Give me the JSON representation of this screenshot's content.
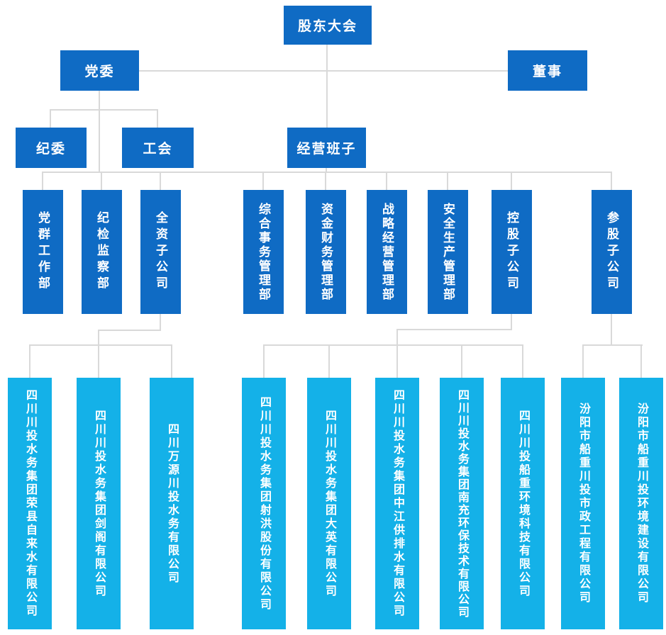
{
  "colors": {
    "primary_blue": "#0f6bc4",
    "secondary_cyan": "#14b1e8",
    "connector_gray": "#d9d9d9",
    "text_white": "#ffffff"
  },
  "nodes": {
    "shareholders_meeting": "股东大会",
    "party_committee": "党委",
    "director": "董事",
    "discipline_committee": "纪委",
    "labor_union": "工会",
    "management_team": "经营班子",
    "departments": [
      "党群工作部",
      "纪检监察部",
      "全资子公司",
      "综合事务管理部",
      "资金财务管理部",
      "战略经营管理部",
      "安全生产管理部",
      "控股子公司",
      "参股子公司"
    ],
    "companies": [
      "四川川投水务集团荣县自来水有限公司",
      "四川川投水务集团剑阁有限公司",
      "四川万源川投水务有限公司",
      "四川川投水务集团射洪股份有限公司",
      "四川川投水务集团大英有限公司",
      "四川川投水务集团中江供排水有限公司",
      "四川川投水务集团南充环保技术有限公司",
      "四川川投船重环境科技有限公司",
      "汾阳市船重川投市政工程有限公司",
      "汾阳市船重川投环境建设有限公司"
    ]
  },
  "hierarchy": {
    "股东大会": [
      "党委",
      "董事",
      "经营班子"
    ],
    "党委": [
      "纪委",
      "工会"
    ],
    "经营班子与党委共同下设": [
      "党群工作部",
      "纪检监察部",
      "全资子公司",
      "综合事务管理部",
      "资金财务管理部",
      "战略经营管理部",
      "安全生产管理部",
      "控股子公司",
      "参股子公司"
    ],
    "全资子公司": [
      "四川川投水务集团荣县自来水有限公司",
      "四川川投水务集团剑阁有限公司",
      "四川万源川投水务有限公司"
    ],
    "控股子公司": [
      "四川川投水务集团射洪股份有限公司",
      "四川川投水务集团大英有限公司",
      "四川川投水务集团中江供排水有限公司",
      "四川川投水务集团南充环保技术有限公司",
      "四川川投船重环境科技有限公司"
    ],
    "参股子公司": [
      "汾阳市船重川投市政工程有限公司",
      "汾阳市船重川投环境建设有限公司"
    ]
  }
}
